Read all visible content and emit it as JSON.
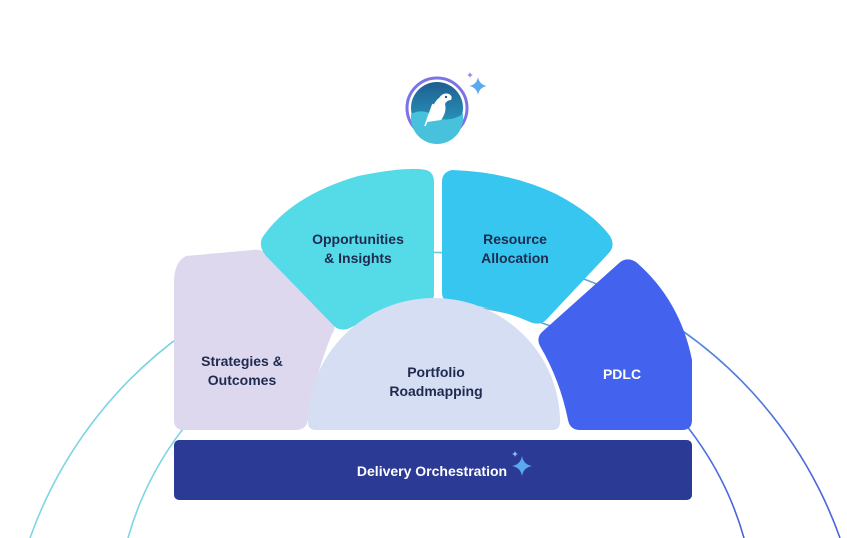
{
  "segments": {
    "strategies": {
      "line1": "Strategies &",
      "line2": "Outcomes",
      "color": "#ddd8ee",
      "text_color": "#1f2a4f"
    },
    "opportunities": {
      "line1": "Opportunities",
      "line2": "& Insights",
      "color": "#55dbe8",
      "text_color": "#1f2a4f"
    },
    "resource": {
      "line1": "Resource",
      "line2": "Allocation",
      "color": "#36c6ef",
      "text_color": "#1f2a4f"
    },
    "pdlc": {
      "line1": "PDLC",
      "color": "#4362ee",
      "text_color": "#ffffff"
    },
    "portfolio": {
      "line1": "Portfolio",
      "line2": "Roadmapping",
      "color": "#d5def2",
      "text_color": "#1f2a4f"
    }
  },
  "delivery": {
    "label": "Delivery Orchestration",
    "color": "#2b3a94",
    "text_color": "#ffffff"
  },
  "colors": {
    "ring_start": "#7fd6e3",
    "ring_end": "#4a62d9",
    "sparkle": "#5aa8f0",
    "logo_bg": "#1c6e9c"
  },
  "icons": {
    "logo": "dragon-logo-icon",
    "sparkle": "sparkle-icon"
  }
}
